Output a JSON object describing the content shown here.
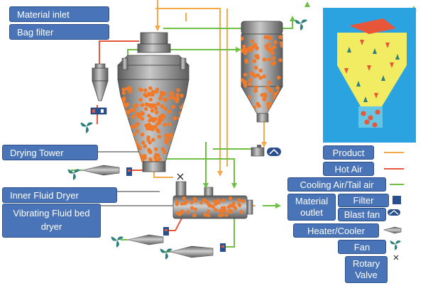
{
  "labels": {
    "material_inlet": "Material inlet",
    "bag_filter": "Bag filter",
    "drying_tower": "Drying Tower",
    "inner_fluid_dryer": "Inner Fluid Dryer",
    "vibrating_fluid_bed_dryer": "Vibrating Fluid bed dryer"
  },
  "legend": {
    "product": "Product",
    "hot_air": "Hot Air",
    "cooling_air": "Cooling Air/Tail air",
    "material_outlet": "Material outlet",
    "filter": "Filter",
    "blast_fan": "Blast fan",
    "heater_cooler": "Heater/Cooler",
    "fan": "Fan",
    "rotary_valve": "Rotary Valve"
  },
  "colors": {
    "product": "#f5a94a",
    "hot_air": "#e8563a",
    "cooling_air": "#6fbf44",
    "label_bg": "#4a74b8",
    "vessel": "#8d8d8d",
    "particle": "#f07a2a",
    "fan": "#2f7f7c",
    "inset_bg": "#2ba3e0",
    "inset_fill": "#f2ec63"
  },
  "icons": [
    "fan-icon",
    "filter-icon",
    "blast-fan-icon",
    "heater-cooler-icon",
    "rotary-valve-icon"
  ]
}
